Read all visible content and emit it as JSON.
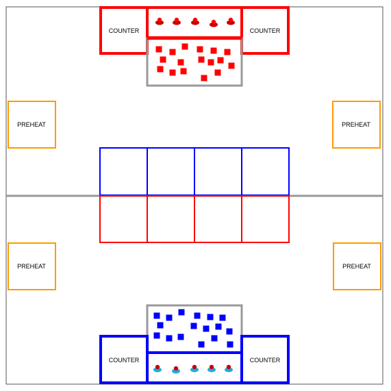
{
  "labels": {
    "counter": "COUNTER",
    "preheat": "PREHEAT"
  },
  "colors": {
    "red": "#ff0000",
    "red_dark": "#cc0000",
    "blue": "#0000ff",
    "blue_light": "#22aadd",
    "orange": "#ff9900",
    "gray": "#999999",
    "border": "#555555"
  },
  "red_alliance": {
    "counter_left_label": "COUNTER",
    "counter_right_label": "COUNTER",
    "cone_count": 5,
    "cube_count": 17
  },
  "blue_alliance": {
    "counter_left_label": "COUNTER",
    "counter_right_label": "COUNTER",
    "cone_count": 5,
    "cube_count": 17
  },
  "preheat_zones": {
    "top_left": "PREHEAT",
    "top_right": "PREHEAT",
    "bottom_left": "PREHEAT",
    "bottom_right": "PREHEAT"
  },
  "center_grid": {
    "columns": 4,
    "rows_per_side": 1
  }
}
